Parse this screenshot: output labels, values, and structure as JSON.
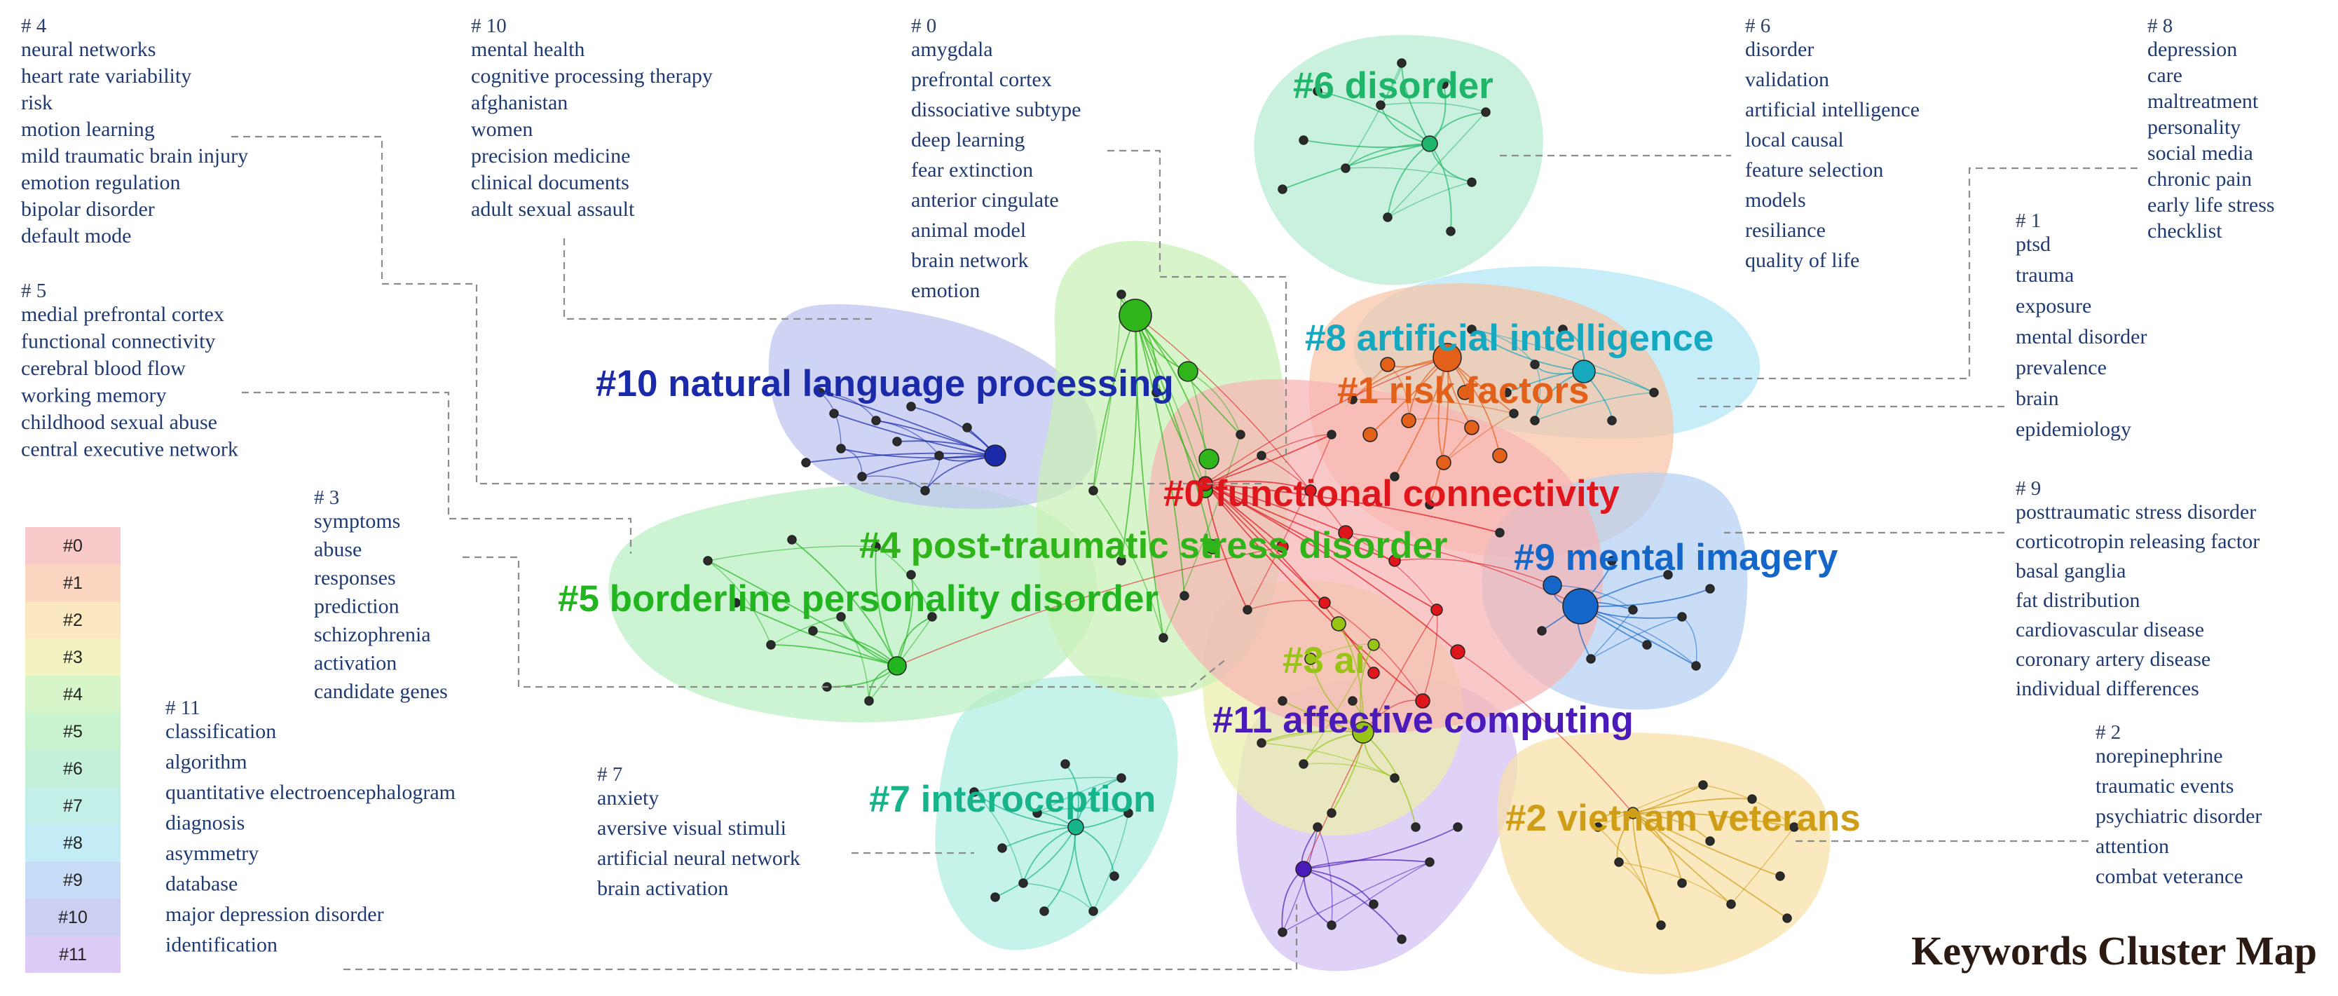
{
  "title": "Keywords Cluster Map",
  "legend": [
    {
      "label": "#0",
      "color": "#f8c9c9"
    },
    {
      "label": "#1",
      "color": "#fbd5c0"
    },
    {
      "label": "#2",
      "color": "#fbe8c0"
    },
    {
      "label": "#3",
      "color": "#f3f3c1"
    },
    {
      "label": "#4",
      "color": "#d6f5c9"
    },
    {
      "label": "#5",
      "color": "#c9f2cf"
    },
    {
      "label": "#6",
      "color": "#c4f0da"
    },
    {
      "label": "#7",
      "color": "#c2efe8"
    },
    {
      "label": "#8",
      "color": "#c3ecf6"
    },
    {
      "label": "#9",
      "color": "#c7dcf6"
    },
    {
      "label": "#10",
      "color": "#cbd0f3"
    },
    {
      "label": "#11",
      "color": "#dccbf6"
    }
  ],
  "clusters": [
    {
      "id": "0",
      "label": "#0 functional connectivity",
      "color": "#e0161d",
      "hull": "#f7b4b4"
    },
    {
      "id": "1",
      "label": "#1 risk factors",
      "color": "#e2601a",
      "hull": "#f9c4a6"
    },
    {
      "id": "2",
      "label": "#2 vietnam veterans",
      "color": "#cf9d16",
      "hull": "#f8dfa6"
    },
    {
      "id": "3",
      "label": "#3 ai",
      "color": "#98c416",
      "hull": "#ecefaa"
    },
    {
      "id": "4",
      "label": "#4 post-traumatic stress disorder",
      "color": "#2fb51a",
      "hull": "#c9f0b6"
    },
    {
      "id": "5",
      "label": "#5 borderline personality disorder",
      "color": "#22b51f",
      "hull": "#b9efc0"
    },
    {
      "id": "6",
      "label": "#6 disorder",
      "color": "#1fb56a",
      "hull": "#b5ecd0"
    },
    {
      "id": "7",
      "label": "#7 interoception",
      "color": "#17b38a",
      "hull": "#aeede1"
    },
    {
      "id": "8",
      "label": "#8 artificial intelligence",
      "color": "#16a8bf",
      "hull": "#b1e8f5"
    },
    {
      "id": "9",
      "label": "#9 mental imagery",
      "color": "#1566c9",
      "hull": "#b6d0f3"
    },
    {
      "id": "10",
      "label": "#10 natural language processing",
      "color": "#1a2aa8",
      "hull": "#bcc3f0"
    },
    {
      "id": "11",
      "label": "#11 affective computing",
      "color": "#4a1bb8",
      "hull": "#d2c0f3"
    }
  ],
  "keyword_groups": [
    {
      "id": "4",
      "heading": "# 4",
      "terms": [
        "neural networks",
        "heart rate variability",
        "risk",
        "motion learning",
        "mild traumatic brain injury",
        "emotion regulation",
        "bipolar disorder",
        "default mode"
      ]
    },
    {
      "id": "5",
      "heading": "# 5",
      "terms": [
        "medial prefrontal cortex",
        "functional connectivity",
        "cerebral blood flow",
        "working memory",
        "childhood sexual abuse",
        "central executive network"
      ]
    },
    {
      "id": "10",
      "heading": "# 10",
      "terms": [
        "mental health",
        "cognitive processing therapy",
        "afghanistan",
        "women",
        "precision medicine",
        "clinical documents",
        "adult sexual assault"
      ]
    },
    {
      "id": "0",
      "heading": "# 0",
      "terms": [
        "amygdala",
        "prefrontal cortex",
        "dissociative subtype",
        "deep learning",
        "fear extinction",
        "anterior cingulate",
        "animal model",
        "brain network",
        "emotion"
      ]
    },
    {
      "id": "6",
      "heading": "# 6",
      "terms": [
        "disorder",
        "validation",
        "artificial intelligence",
        "local causal",
        "feature selection",
        "models",
        "resiliance",
        "quality of life"
      ]
    },
    {
      "id": "8",
      "heading": "# 8",
      "terms": [
        "depression",
        "care",
        "maltreatment",
        "personality",
        "social media",
        "chronic pain",
        "early life stress",
        "checklist"
      ]
    },
    {
      "id": "1",
      "heading": "# 1",
      "terms": [
        "ptsd",
        "trauma",
        "exposure",
        "mental disorder",
        "prevalence",
        "brain",
        "epidemiology"
      ]
    },
    {
      "id": "9",
      "heading": "# 9",
      "terms": [
        "posttraumatic stress disorder",
        "corticotropin releasing factor",
        "basal ganglia",
        "fat distribution",
        "cardiovascular disease",
        "coronary artery disease",
        "individual differences"
      ]
    },
    {
      "id": "3",
      "heading": "# 3",
      "terms": [
        "symptoms",
        "abuse",
        "responses",
        "prediction",
        "schizophrenia",
        "activation",
        "candidate genes"
      ]
    },
    {
      "id": "11",
      "heading": "# 11",
      "terms": [
        "classification",
        "algorithm",
        "quantitative electroencephalogram",
        "diagnosis",
        "asymmetry",
        "database",
        "major depression disorder",
        "identification"
      ]
    },
    {
      "id": "7",
      "heading": "# 7",
      "terms": [
        "anxiety",
        "aversive visual stimuli",
        "artificial neural network",
        "brain activation"
      ]
    },
    {
      "id": "2",
      "heading": "# 2",
      "terms": [
        "norepinephrine",
        "traumatic events",
        "psychiatric disorder",
        "attention",
        "combat veterance"
      ]
    }
  ]
}
